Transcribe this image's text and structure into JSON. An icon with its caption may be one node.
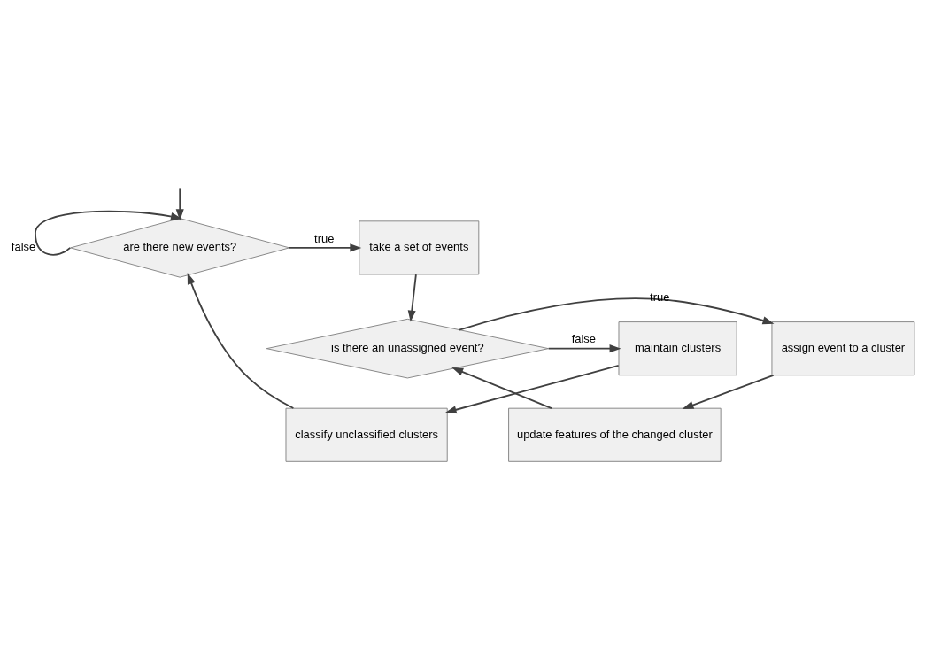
{
  "diagram": {
    "nodes": [
      {
        "text": [
          "are there new events?"
        ]
      },
      {
        "text": [
          "take a set of events"
        ]
      },
      {
        "text": [
          "is there an unassigned event?"
        ]
      },
      {
        "text": [
          "maintain clusters"
        ]
      },
      {
        "text": [
          "assign event to a cluster"
        ]
      },
      {
        "text": [
          "classify unclassified clusters"
        ]
      },
      {
        "text": [
          "update features of the changed cluster"
        ]
      }
    ],
    "edges": [
      {
        "from": null,
        "to": 0,
        "arrow": "to"
      },
      {
        "from": 0,
        "to": 1,
        "arrow": "to",
        "label": "true"
      },
      {
        "from": 0,
        "to": 0,
        "arrow": "to",
        "label": "false"
      },
      {
        "from": 1,
        "to": 2,
        "arrow": "to"
      },
      {
        "from": 2,
        "to": 3,
        "arrow": "to",
        "label": "false"
      },
      {
        "from": 2,
        "to": 4,
        "arrow": "to",
        "label": "true"
      },
      {
        "from": 3,
        "to": 5,
        "arrow": "to"
      },
      {
        "from": 4,
        "to": 6,
        "arrow": "to"
      },
      {
        "from": 5,
        "to": 0,
        "arrow": "to"
      },
      {
        "from": 6,
        "to": 2,
        "arrow": "to"
      }
    ]
  }
}
